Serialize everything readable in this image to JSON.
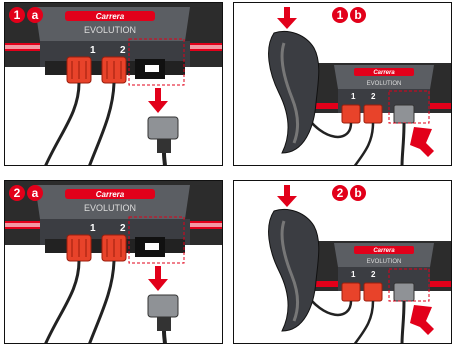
{
  "colors": {
    "brand_red": "#e2001a",
    "box_dark": "#3b3d42",
    "box_mid": "#5b5e63",
    "plug_red": "#e8432a",
    "cable": "#222222",
    "track": "#2c2c2c"
  },
  "brand": {
    "logo_text": "Carrera",
    "subtitle": "EVOLUTION"
  },
  "panels": [
    {
      "step": "1",
      "sub": "a",
      "port1": "1",
      "port2": "2"
    },
    {
      "step": "1",
      "sub": "b",
      "port1": "1",
      "port2": "2"
    },
    {
      "step": "2",
      "sub": "a",
      "port1": "1",
      "port2": "2"
    },
    {
      "step": "2",
      "sub": "b",
      "port1": "1",
      "port2": "2"
    }
  ]
}
